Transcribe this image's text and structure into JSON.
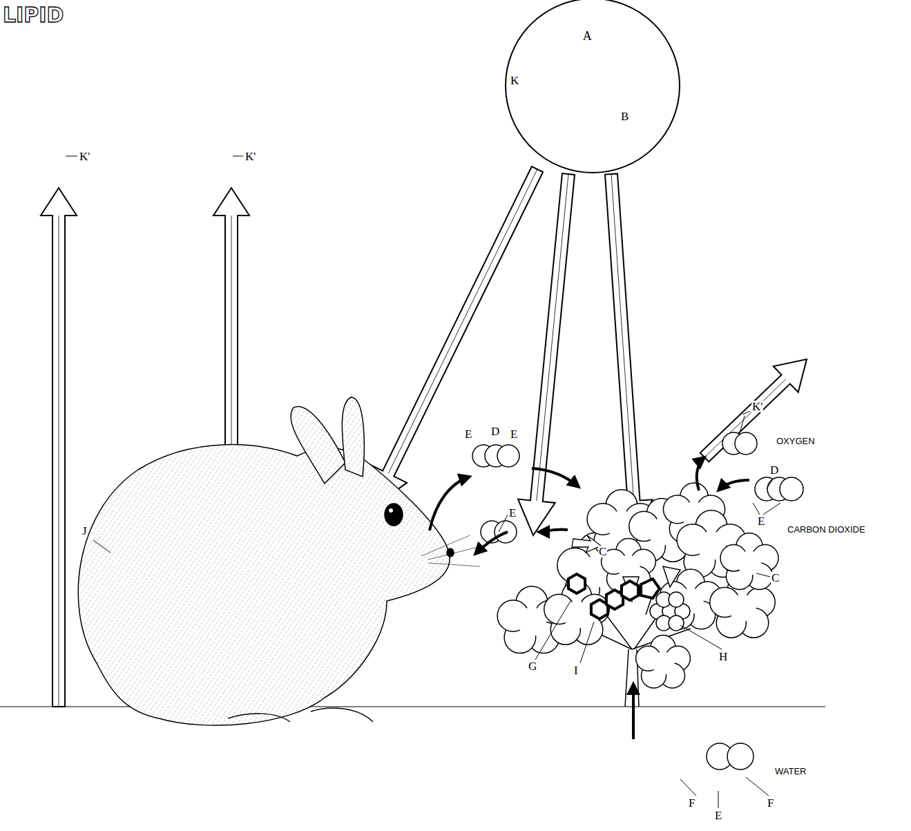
{
  "diagram": {
    "title": "LIPID",
    "nodes": [
      {
        "text": [
          "A"
        ]
      }
    ],
    "labels": [
      "K",
      "B",
      "K'",
      "K'",
      "K'",
      "E",
      "D",
      "E",
      "E",
      "OXYGEN",
      "D",
      "E",
      "CARBON DIOXIDE",
      "C",
      "C",
      "J",
      "G",
      "I",
      "H",
      "WATER",
      "F",
      "E",
      "F"
    ]
  }
}
